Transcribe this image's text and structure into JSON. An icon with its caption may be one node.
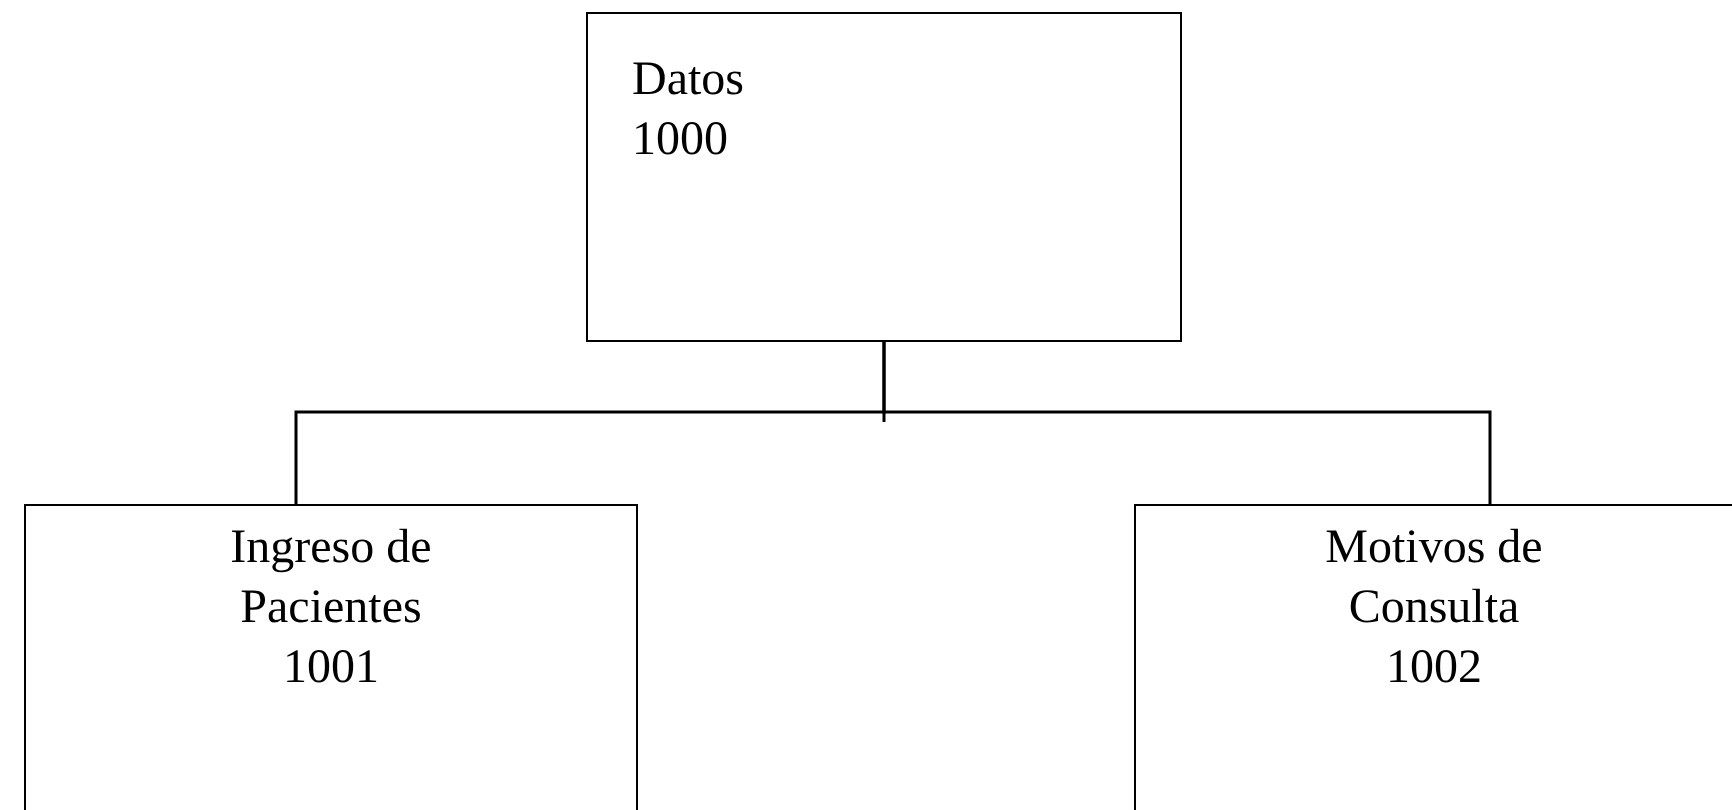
{
  "diagram": {
    "nodes": [
      {
        "text": [
          "Datos",
          "1000"
        ]
      },
      {
        "text": [
          "Ingreso de Pacientes",
          "1001"
        ]
      },
      {
        "text": [
          "Motivos de Consulta",
          "1002"
        ]
      }
    ],
    "edges": [
      {
        "from": 0,
        "to": 1,
        "arrow": "none"
      },
      {
        "from": 0,
        "to": 2,
        "arrow": "none"
      }
    ]
  }
}
